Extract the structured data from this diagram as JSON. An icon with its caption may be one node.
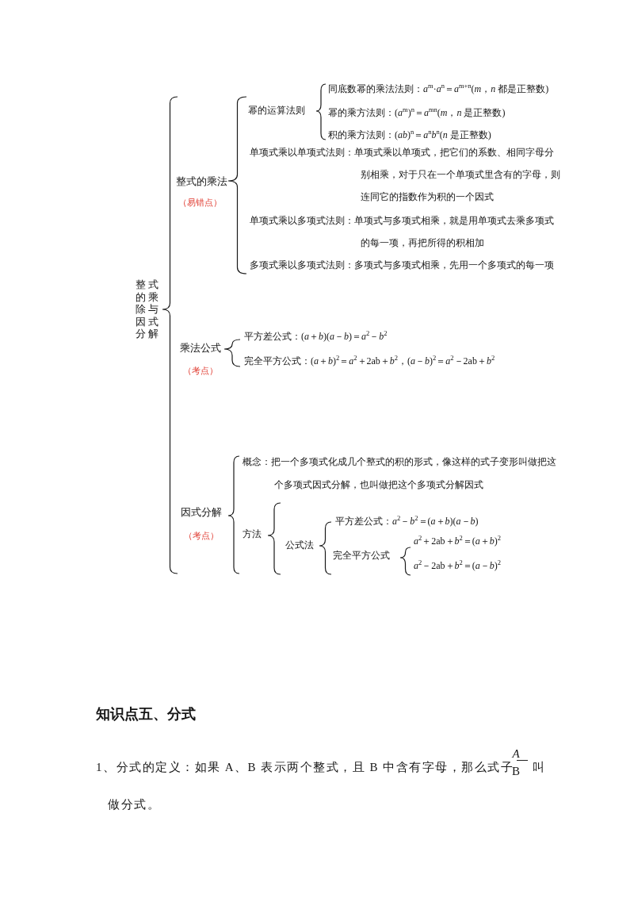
{
  "diagram": {
    "labels": [
      "整式的乘除与因式分解",
      "整式的乘法",
      "（易错点）",
      "幂的运算法则",
      "同底数幂的乘法法则：*a*$^{m}$·*a*$^{n}$＝*a*$^{m+n}$(*m*，*n* 都是正整数)",
      "幂的乘方法则：(*a*$^{m}$)$^{n}$＝*a*$^{mn}$(*m*，*n* 是正整数)",
      "积的乘方法则：(*ab*)$^{n}$＝*a*$^{n}$*b*$^{n}$(*n* 是正整数)",
      "单项式乘以单项式法则：单项式乘以单项式，把它们的系数、相同字母分别相乘，对于只在一个单项式里含有的字母，则连同它的指数作为积的一个因式",
      "单项式乘以多项式法则：单项式与多项式相乘，就是用单项式去乘多项式的每一项，再把所得的积相加",
      "多项式乘以多项式法则：多项式与多项式相乘，先用一个多项式的每一项",
      "乘法公式",
      "（考点）",
      "平方差公式：(*a*＋*b*)(*a*－*b*)＝*a*$^{2}$－*b*$^{2}$",
      "完全平方公式：(*a*＋*b*)$^{2}$＝*a*$^{2}$＋2ab＋*b*$^{2}$，(*a*－*b*)$^{2}$＝*a*$^{2}$－2ab＋*b*$^{2}$",
      "因式分解",
      "（考点）",
      "概念：把一个多项式化成几个整式的积的形式，像这样的式子变形叫做把这个多项式因式分解，也叫做把这个多项式分解因式",
      "方法",
      "公式法",
      "平方差公式：*a*$^{2}$－*b*$^{2}$＝(*a*＋*b*)(*a*－*b*)",
      "完全平方公式",
      "*a*$^{2}$＋2ab＋*b*$^{2}$＝(*a*＋*b*)$^{2}$",
      "*a*$^{2}$－2ab＋*b*$^{2}$＝(*a*－*b*)$^{2}$",
      "知识点五、分式",
      "1、分式的定义：如果 A、B 表示两个整式，且 B 中含有字母，那么式子$^{A}$$_{B}$叫做分式。"
    ]
  }
}
